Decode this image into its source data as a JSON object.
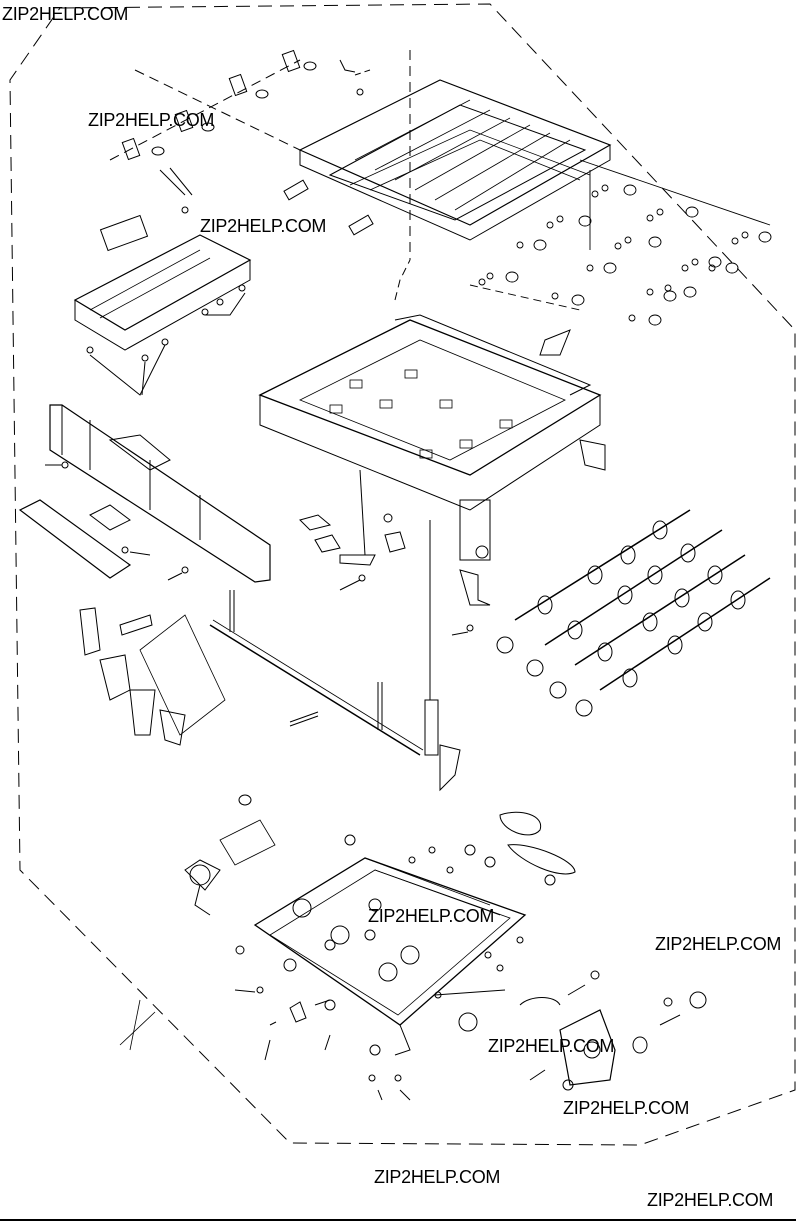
{
  "watermarks": [
    "ZIP2HELP.COM",
    "ZIP2HELP.COM",
    "ZIP2HELP.COM",
    "ZIP2HELP.COM",
    "ZIP2HELP.COM",
    "ZIP2HELP.COM",
    "ZIP2HELP.COM",
    "ZIP2HELP.COM",
    "ZIP2HELP.COM"
  ],
  "colors": {
    "line": "#000000",
    "background": "#ffffff"
  },
  "diagram": {
    "kind": "exploded-parts-drawing",
    "assemblies": [
      "top-guide-plate-assembly",
      "roller-rows",
      "left-bracket-frame",
      "side-cover-panel",
      "main-tray-frame",
      "drive-shaft-and-levers",
      "feed-rollers",
      "bottom-drive-assembly",
      "motor-bracket"
    ]
  }
}
